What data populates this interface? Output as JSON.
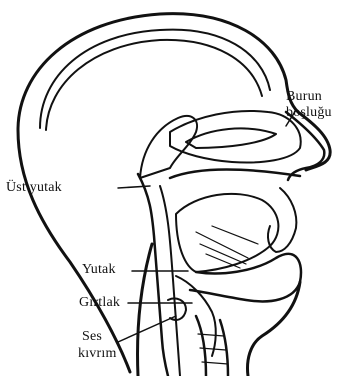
{
  "labels": {
    "burun_line1": "Burun",
    "burun_line2": "boşluğu",
    "ust_yutak": "Üst yutak",
    "yutak": "Yutak",
    "girtlak": "Gırtlak",
    "ses_line1": "Ses",
    "ses_line2": "kıvrım"
  }
}
